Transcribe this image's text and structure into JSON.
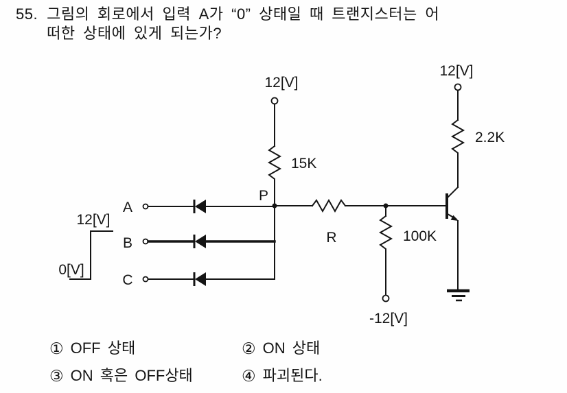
{
  "question": {
    "number": "55.",
    "line1": "그림의 회로에서 입력 A가 “0” 상태일 때 트랜지스터는 어",
    "line2": "떠한 상태에 있게 되는가?"
  },
  "circuit": {
    "left_supply_label": "12[V]",
    "left_resistor_label": "15K",
    "node_label": "P",
    "series_resistor_label": "R",
    "pulldown_resistor_label": "100K",
    "neg_supply_label": "-12[V]",
    "right_supply_label": "12[V]",
    "collector_resistor_label": "2.2K",
    "inputs": {
      "a": "A",
      "b": "B",
      "c": "C"
    },
    "waveform": {
      "high": "12[V]",
      "low": "0[V]"
    }
  },
  "choices": [
    {
      "marker": "①",
      "text": "OFF 상태"
    },
    {
      "marker": "②",
      "text": "ON 상태"
    },
    {
      "marker": "③",
      "text": "ON 혹은 OFF상태"
    },
    {
      "marker": "④",
      "text": "파괴된다."
    }
  ]
}
